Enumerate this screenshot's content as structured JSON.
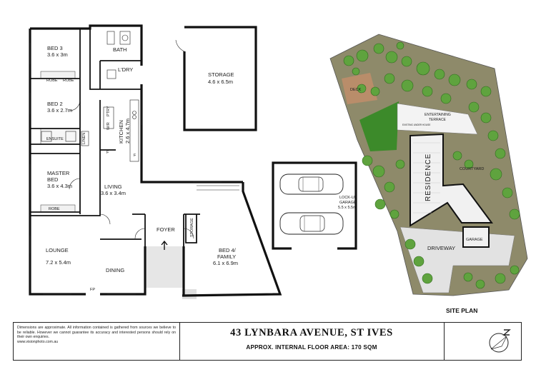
{
  "floorplan": {
    "rooms": {
      "bed3": {
        "name": "BED 3",
        "dims": "3.6 x 3m"
      },
      "bath": {
        "name": "BATH"
      },
      "robe1": {
        "name": "ROBE"
      },
      "robe2": {
        "name": "ROBE"
      },
      "ldry": {
        "name": "L'DRY"
      },
      "bed2": {
        "name": "BED 2",
        "dims": "3.6 x 2.7m"
      },
      "ptry": {
        "name": "PTRY"
      },
      "kitchen": {
        "name": "KITCHEN",
        "dims": "2.6 x 4.7m"
      },
      "ensuite": {
        "name": "ENSUITE"
      },
      "linen": {
        "name": "LINEN"
      },
      "master": {
        "name1": "MASTER",
        "name2": "BED",
        "dims": "3.6 x 4.3m"
      },
      "living": {
        "name": "LIVING",
        "dims": "3.6 x 3.4m"
      },
      "robe3": {
        "name": "ROBE"
      },
      "foyer": {
        "name": "FOYER"
      },
      "storage_small": {
        "name": "STORAGE"
      },
      "lounge": {
        "name": "LOUNGE",
        "dims": "7.2 x 5.4m"
      },
      "dining": {
        "name": "DINING"
      },
      "bed4": {
        "name1": "BED 4/",
        "name2": "FAMILY",
        "dims": "6.1 x 6.9m"
      },
      "fp": {
        "name": "FP"
      },
      "storage": {
        "name": "STORAGE",
        "dims": "4.6 x 6.5m"
      },
      "garage": {
        "name1": "LOCK-UP",
        "name2": "GARAGE",
        "dims": "5.5 x 5.5m"
      },
      "wir": {
        "name": "W/R"
      },
      "frame_f": {
        "name": "F"
      },
      "frame_f2": {
        "name": "F"
      }
    }
  },
  "siteplan": {
    "title": "SITE PLAN",
    "deck": "DECK",
    "terrace1": "ENTERTAINING",
    "terrace2": "TERRACE",
    "residence": "RESIDENCE",
    "courtyard": "COURTYARD",
    "driveway": "DRIVEWAY",
    "garage": "GARAGE",
    "under": "EXISTING UNDER HOUSE",
    "colors": {
      "grass": "#8e8a6a",
      "lawn": "#3c8a2a",
      "tree": "#5fa33e",
      "deck": "#b98d6a"
    }
  },
  "footer": {
    "disclaimer": "Dimensions are approximate. All information contained is gathered from sources we believe to be reliable. However we cannot guarantee its accuracy and interested persons should rely on their own enquiries.",
    "url": "www.visionphoto.com.au",
    "address": "43 LYNBARA AVENUE, ST IVES",
    "area": "APPROX. INTERNAL FLOOR AREA: 170 SQM"
  }
}
